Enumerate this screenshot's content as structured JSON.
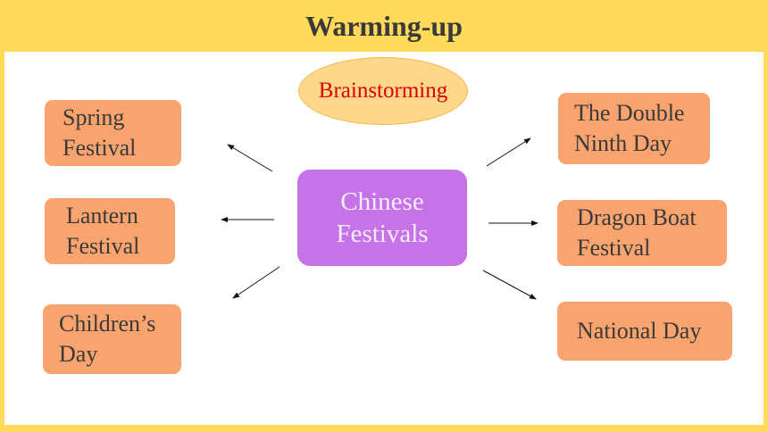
{
  "header": {
    "title": "Warming-up"
  },
  "brainstorm_label": "Brainstorming",
  "center": {
    "label": "Chinese\nFestivals"
  },
  "festivals": [
    {
      "label": "Spring\nFestival"
    },
    {
      "label": "Lantern\nFestival"
    },
    {
      "label": "Children’s\nDay"
    },
    {
      "label": "The Double\nNinth Day"
    },
    {
      "label": "Dragon Boat\nFestival"
    },
    {
      "label": "National Day"
    }
  ],
  "colors": {
    "background_frame": "#ffd95a",
    "center_node": "#c573e6",
    "festival_node": "#f9a36e",
    "brainstorm_fill": "#fdd78a",
    "brainstorm_text": "#e00000"
  }
}
